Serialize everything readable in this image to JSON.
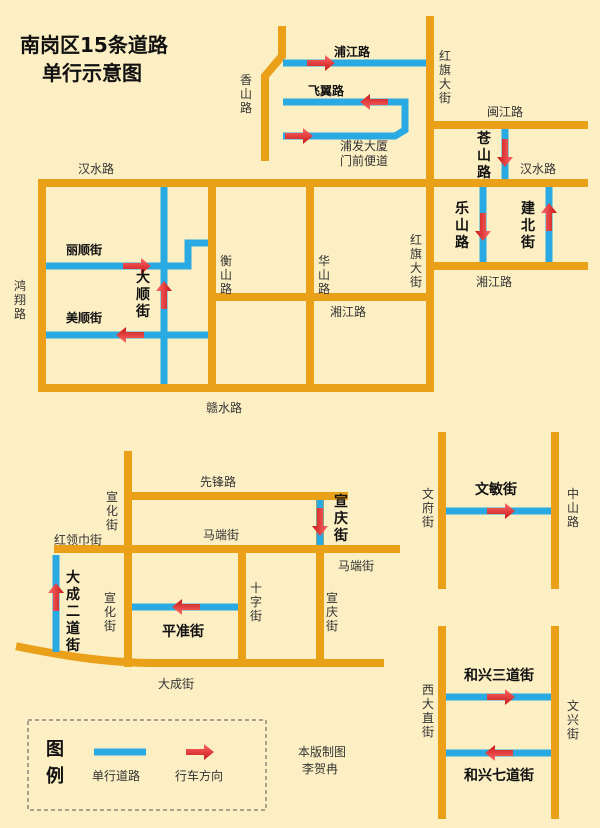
{
  "title": [
    "南岗区15条道路",
    "单行示意图"
  ],
  "colors": {
    "background": "#fcefc4",
    "road": "#eaa019",
    "oneway": "#2aaae2",
    "arrow": "#e32a2a",
    "text": "#333333"
  },
  "roads": {
    "pujiang": "浦江路",
    "feiyi": "飞翼路",
    "xiangshan": "香山路",
    "pufa": [
      "浦发大厦",
      "门前便道"
    ],
    "hongqi_top": "红旗大街",
    "minjiang": "闽江路",
    "cangshan": "苍山路",
    "hanshui_left": "汉水路",
    "hanshui_right": "汉水路",
    "leshan": "乐山路",
    "jianbei": "建北街",
    "hongqi_mid": "红旗大街",
    "xiangjiang_right": "湘江路",
    "lishun": "丽顺街",
    "hengshan": "衡山路",
    "huashan": "华山路",
    "dashun": "大顺街",
    "hongxiang": "鸿翔路",
    "meishun": "美顺街",
    "xiangjiang_mid": "湘江路",
    "ganshui": "赣水路",
    "xianfeng": "先锋路",
    "xuanhua_top": "宣化街",
    "xuanqing_top": "宣庆街",
    "hongling": "红领巾街",
    "maduan_mid": "马端街",
    "maduan_right": "马端街",
    "dacheng2": "大成二道街",
    "xuanhua_bot": "宣化街",
    "shizi": "十字街",
    "xuanqing_bot": "宣庆街",
    "pingzhun": "平准街",
    "dacheng": "大成街",
    "wenfu": "文府街",
    "wenmin": "文敏街",
    "zhongshan": "中山路",
    "hexing3": "和兴三道街",
    "xida": "西大直街",
    "wenxing": "文兴街",
    "hexing7": "和兴七道街"
  },
  "legend": {
    "heading": "图例",
    "oneway_label": "单行道路",
    "direction_label": "行车方向"
  },
  "credit": [
    "本版制图",
    "李贺冉"
  ]
}
